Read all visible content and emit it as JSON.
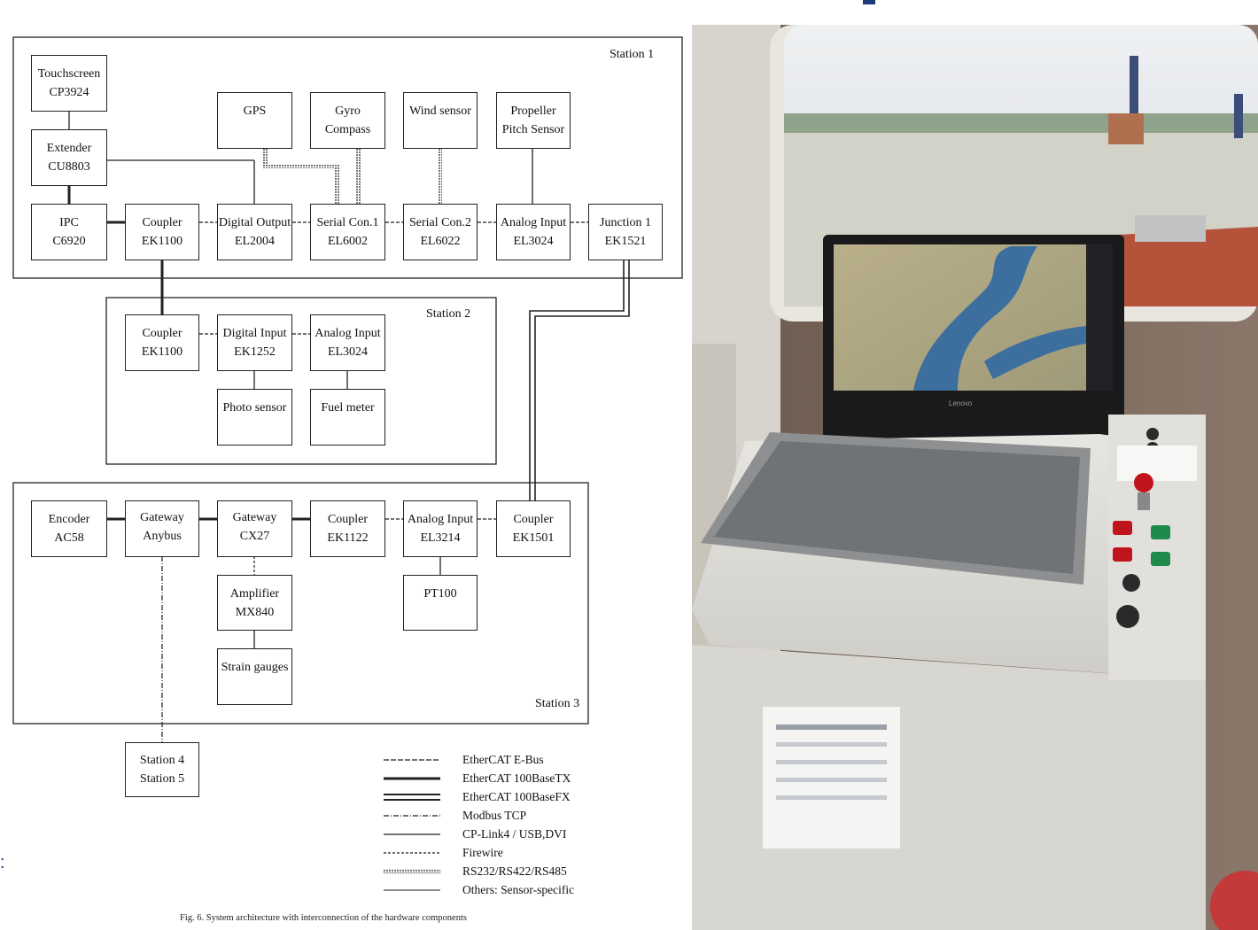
{
  "diagram": {
    "stations": {
      "station1": "Station 1",
      "station2": "Station 2",
      "station3": "Station 3"
    },
    "boxes": {
      "touchscreen": [
        "Touchscreen",
        "CP3924"
      ],
      "extender": [
        "Extender",
        "CU8803"
      ],
      "ipc": [
        "IPC",
        "C6920"
      ],
      "coupler_s1": [
        "Coupler",
        "EK1100"
      ],
      "digital_output": [
        "Digital Output",
        "EL2004"
      ],
      "serial_con1": [
        "Serial Con.1",
        "EL6002"
      ],
      "serial_con2": [
        "Serial Con.2",
        "EL6022"
      ],
      "analog_input_s1": [
        "Analog Input",
        "EL3024"
      ],
      "junction1": [
        "Junction 1",
        "EK1521"
      ],
      "gps": [
        "GPS"
      ],
      "gyro": [
        "Gyro",
        "Compass"
      ],
      "wind": [
        "Wind sensor"
      ],
      "propeller": [
        "Propeller",
        "Pitch Sensor"
      ],
      "coupler_s2": [
        "Coupler",
        "EK1100"
      ],
      "digital_input": [
        "Digital Input",
        "EK1252"
      ],
      "analog_input_s2": [
        "Analog Input",
        "EL3024"
      ],
      "photo_sensor": [
        "Photo sensor"
      ],
      "fuel_meter": [
        "Fuel meter"
      ],
      "encoder": [
        "Encoder",
        "AC58"
      ],
      "gateway_anybus": [
        "Gateway",
        "Anybus"
      ],
      "gateway_cx27": [
        "Gateway",
        "CX27"
      ],
      "coupler_ek1122": [
        "Coupler",
        "EK1122"
      ],
      "analog_input_s3": [
        "Analog Input",
        "EL3214"
      ],
      "coupler_ek1501": [
        "Coupler",
        "EK1501"
      ],
      "amplifier": [
        "Amplifier",
        "MX840"
      ],
      "strain_gauges": [
        "Strain gauges"
      ],
      "pt100": [
        "PT100"
      ],
      "station45": [
        "Station 4",
        "Station 5"
      ]
    },
    "legend": [
      "EtherCAT E-Bus",
      "EtherCAT 100BaseTX",
      "EtherCAT 100BaseFX",
      "Modbus TCP",
      "CP-Link4 / USB,DVI",
      "Firewire",
      "RS232/RS422/RS485",
      "Others: Sensor-specific"
    ],
    "caption": "Fig. 6.  System architecture with interconnection of the hardware components"
  },
  "photo": {
    "monitor_brand": "Lenovo"
  },
  "colors": {
    "accent_blue": "#1f3a7a",
    "emergency_red": "#c0141c",
    "button_green": "#1e8a4c"
  }
}
